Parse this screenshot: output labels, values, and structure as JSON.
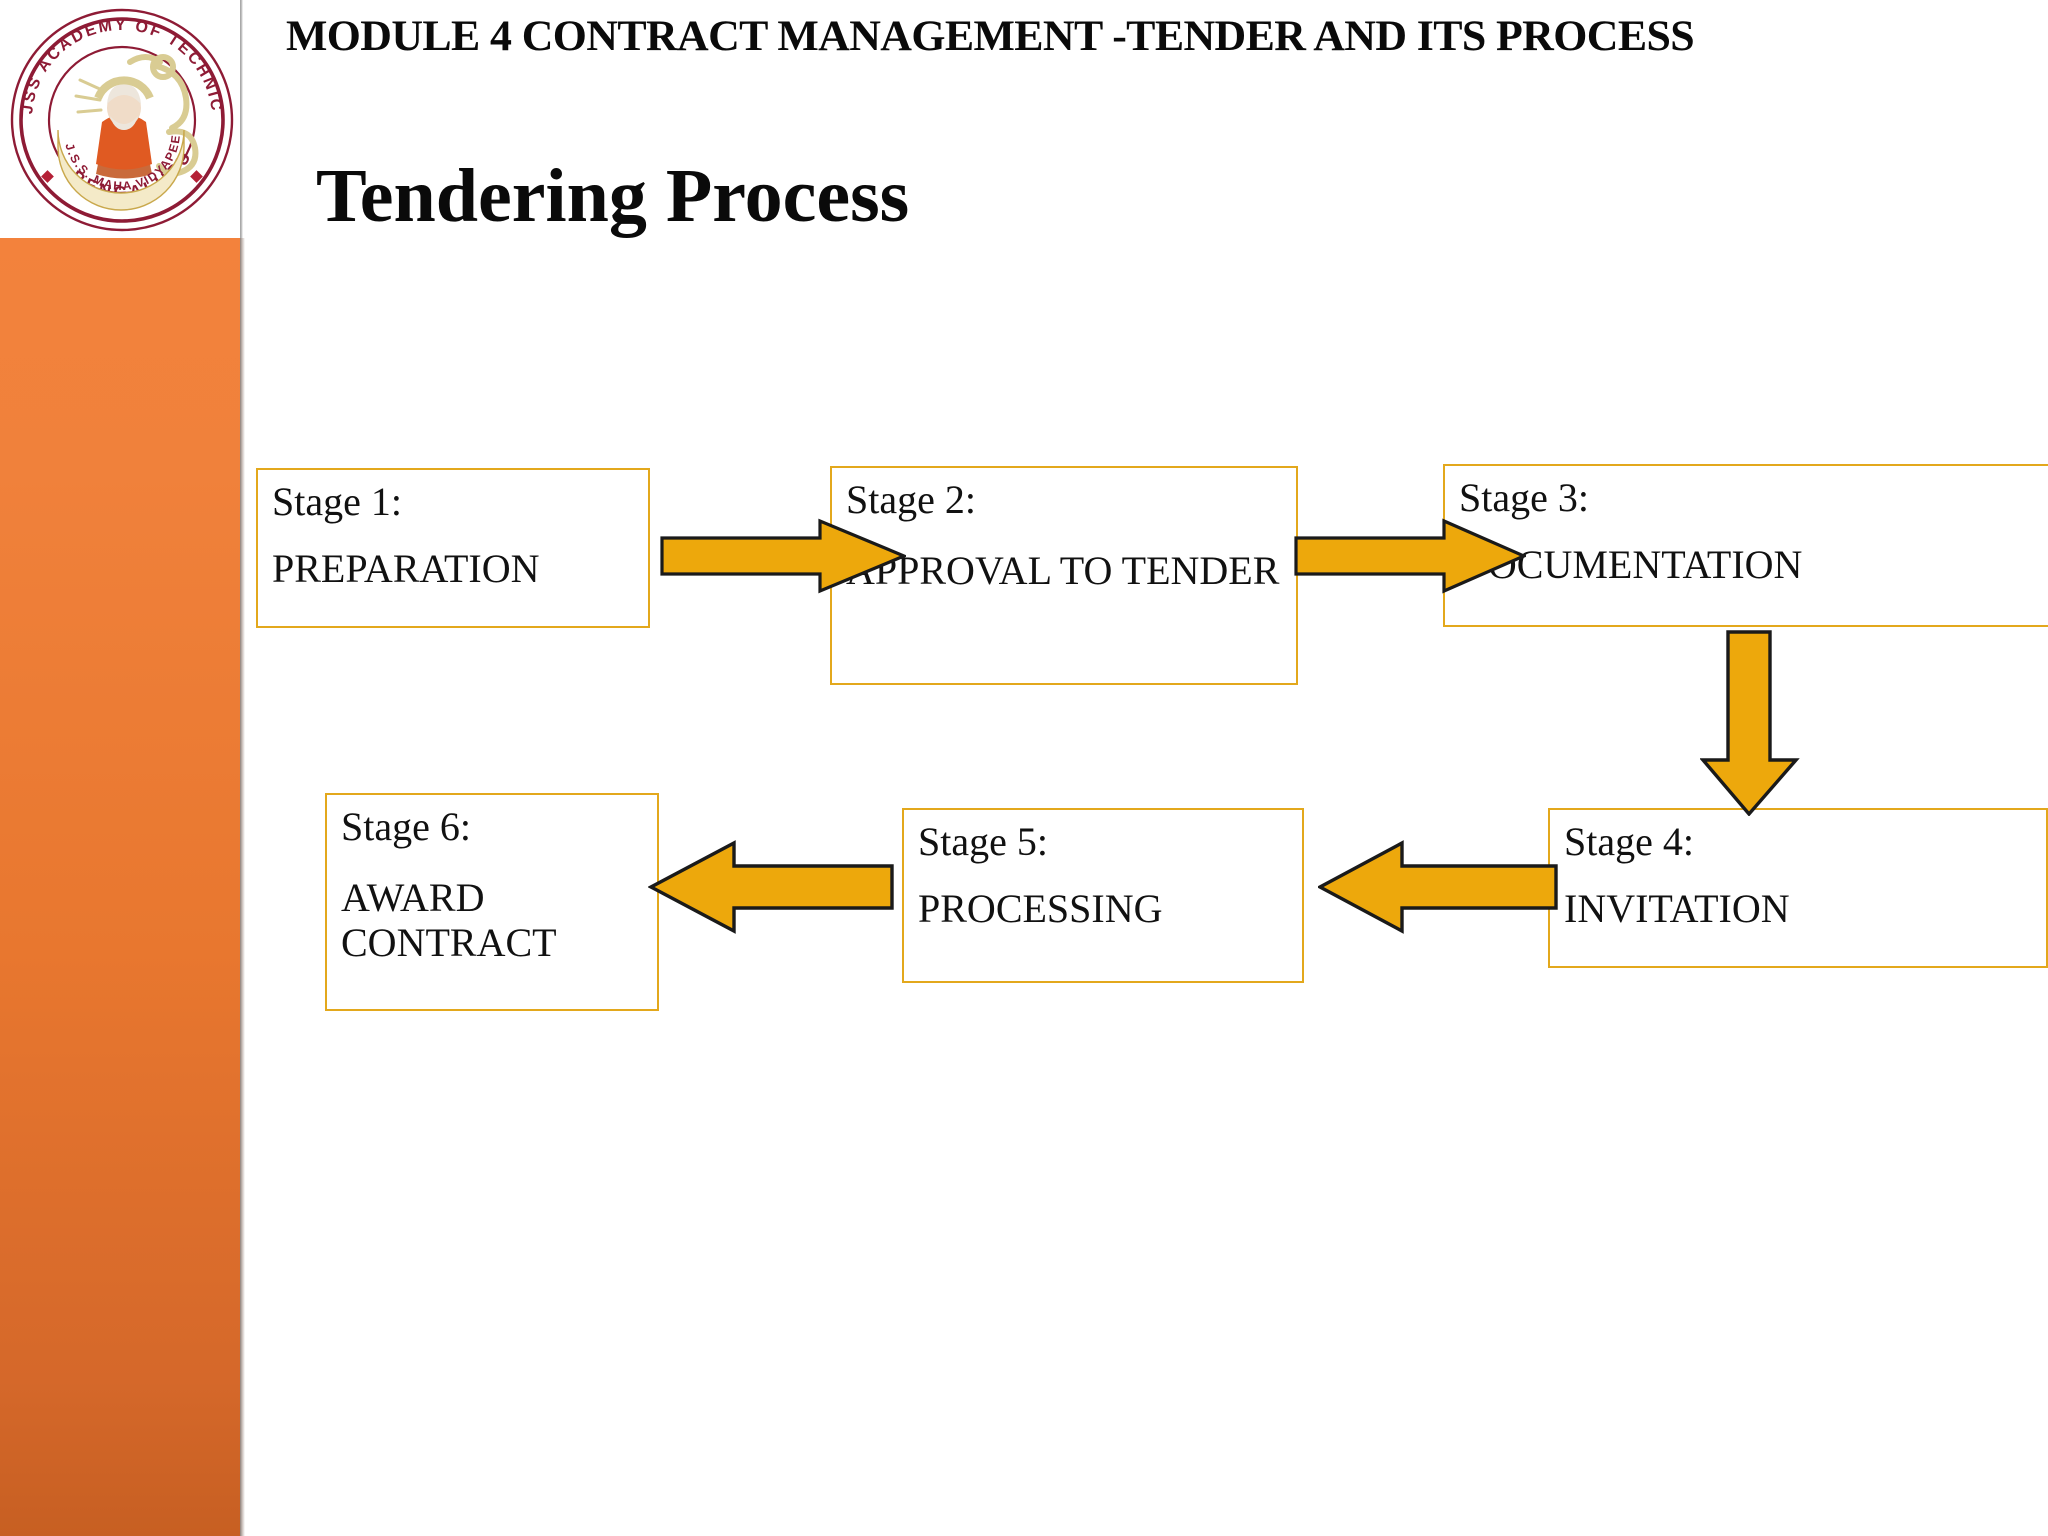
{
  "header": {
    "title": "MODULE 4 CONTRACT MANAGEMENT  -TENDER AND ITS PROCESS",
    "logo_alt": "JSS Academy of Technical Education, Bengaluru"
  },
  "logo": {
    "outer_text": "JSS ACADEMY OF TECHNICAL EDUCATION",
    "bottom_text": "BENGALURU",
    "banner_text": "J.S.S. MAHA VIDYAPEETHA",
    "ring_color": "#8E1B35",
    "figure_color": "#E05A22"
  },
  "slide": {
    "title": "Tendering Process"
  },
  "theme": {
    "sidebar_top": "#F3823C",
    "sidebar_bottom": "#C75F22",
    "box_border": "#E3A81C",
    "arrow_fill": "#EDA80C",
    "arrow_stroke": "#1a1a1a",
    "text_color": "#111111",
    "background": "#FFFFFF"
  },
  "diagram": {
    "type": "flowchart",
    "stages": [
      {
        "id": "stage-1",
        "label": "Stage 1:",
        "value": "PREPARATION",
        "row": 1,
        "col": 1
      },
      {
        "id": "stage-2",
        "label": "Stage 2:",
        "value": "APPROVAL TO TENDER",
        "row": 1,
        "col": 2
      },
      {
        "id": "stage-3",
        "label": "Stage 3:",
        "value": "DOCUMENTATION",
        "row": 1,
        "col": 3
      },
      {
        "id": "stage-4",
        "label": "Stage 4:",
        "value": "INVITATION",
        "row": 2,
        "col": 3
      },
      {
        "id": "stage-5",
        "label": "Stage 5:",
        "value": "PROCESSING",
        "row": 2,
        "col": 2
      },
      {
        "id": "stage-6",
        "label": "Stage 6:",
        "value": "AWARD CONTRACT",
        "row": 2,
        "col": 1
      }
    ],
    "connectors": [
      {
        "from": "stage-1",
        "to": "stage-2",
        "direction": "right"
      },
      {
        "from": "stage-2",
        "to": "stage-3",
        "direction": "right"
      },
      {
        "from": "stage-3",
        "to": "stage-4",
        "direction": "down"
      },
      {
        "from": "stage-4",
        "to": "stage-5",
        "direction": "left"
      },
      {
        "from": "stage-5",
        "to": "stage-6",
        "direction": "left"
      }
    ]
  }
}
